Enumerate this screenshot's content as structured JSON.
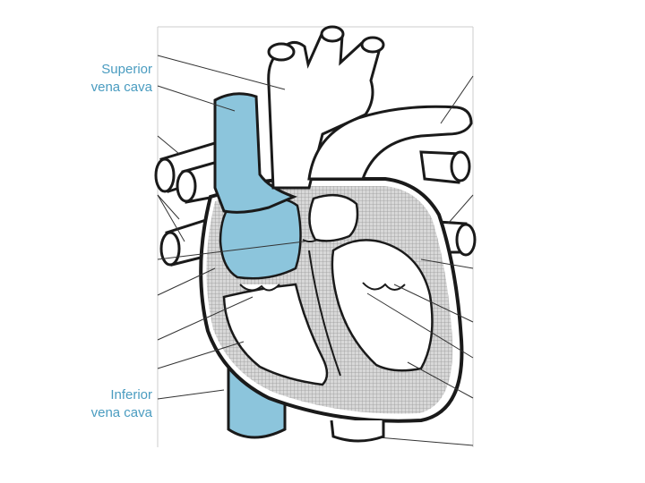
{
  "labels": {
    "superior_vena_cava": {
      "line1": "Superior",
      "line2": "vena cava"
    },
    "inferior_vena_cava": {
      "line1": "Inferior",
      "line2": "vena cava"
    }
  },
  "colors": {
    "label_text": "#4a9cc0",
    "vena_cava_fill": "#8cc5dc",
    "outline": "#1a1a1a",
    "muscle_hatch": "#9a9a9a",
    "muscle_bg": "#d8d8d8",
    "leader_line": "#333333"
  }
}
